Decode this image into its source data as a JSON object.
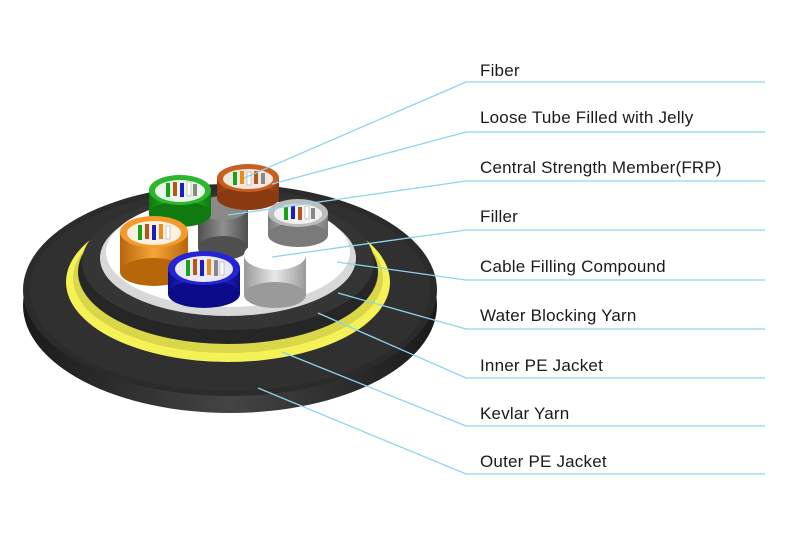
{
  "labels": [
    {
      "id": "fiber",
      "text": "Fiber"
    },
    {
      "id": "loose-tube",
      "text": "Loose Tube Filled with Jelly"
    },
    {
      "id": "central-strength-member",
      "text": "Central Strength Member(FRP)"
    },
    {
      "id": "filler",
      "text": "Filler"
    },
    {
      "id": "cable-filling-compound",
      "text": "Cable Filling Compound"
    },
    {
      "id": "water-blocking-yarn",
      "text": "Water Blocking Yarn"
    },
    {
      "id": "inner-pe-jacket",
      "text": "Inner PE Jacket"
    },
    {
      "id": "kevlar-yarn",
      "text": "Kevlar Yarn"
    },
    {
      "id": "outer-pe-jacket",
      "text": "Outer PE Jacket"
    }
  ],
  "colors": {
    "outer_jacket": "#262626",
    "kevlar": "#f2f05a",
    "inner_jacket": "#2f2f2f",
    "filling_compound": "#ffffff",
    "frp": "#7a7a7a",
    "filler": "#ffffff",
    "tube_green": "#1aa31a",
    "tube_brown": "#b9541c",
    "tube_grey": "#a8a8a8",
    "tube_orange": "#e88c1a",
    "tube_blue": "#1c1cc4",
    "leader_line": "#8ed3ef"
  }
}
